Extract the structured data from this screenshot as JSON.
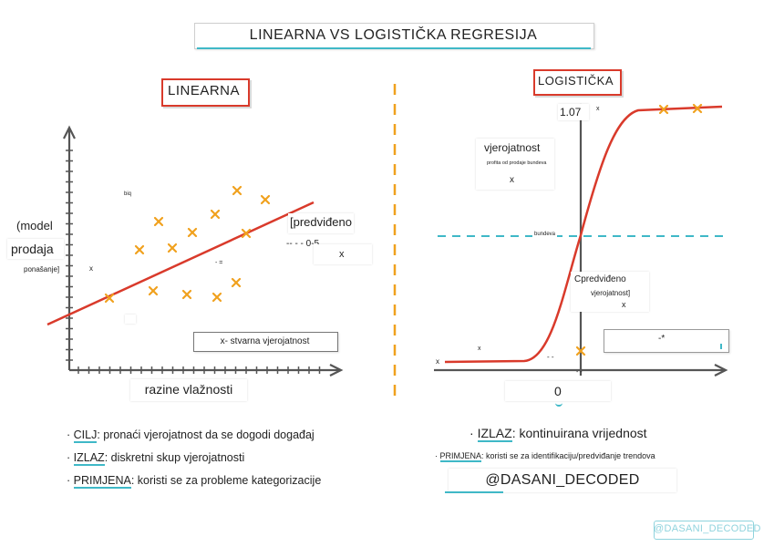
{
  "title": "LINEARNA VS LOGISTIČKA REGRESIJA",
  "linear": {
    "heading": "LINEARNA",
    "tiny_label": "biq",
    "ylabel_1": "(model",
    "ylabel_2": "prodaja",
    "ylabel_3": "ponašanje]",
    "x_mark": "x",
    "pred_label": "[predviđeno",
    "pred_range": "-- - - 0-5",
    "pred_x": "x",
    "minor_mark": "- =",
    "legend": "x- stvarna vjerojatnost",
    "xlabel": "razine vlažnosti"
  },
  "logistic": {
    "heading": "LOGISTIČKA",
    "y_top": "1.07",
    "y_top_x": "x",
    "prob_label": "vjerojatnost",
    "prob_sub": "profita od prodaje bundeva",
    "prob_x": "x",
    "threshold_label": "bundeva",
    "pred_label_1": "Cpredviđeno",
    "pred_label_2": "vjerojatnost]",
    "pred_x": "x",
    "axis_x_left": "x",
    "axis_x_mid": "x",
    "axis_dashes": "- -",
    "legend_mark": "-*",
    "zero": "0",
    "origin_mark": "- -"
  },
  "bullets_left": [
    {
      "key": "CILJ",
      "rest": ": pronaći vjerojatnost da se dogodi događaj"
    },
    {
      "key": "IZLAZ",
      "rest": ": diskretni skup vjerojatnosti"
    },
    {
      "key": "PRIMJENA",
      "rest": ": koristi se za probleme kategorizacije"
    }
  ],
  "bullets_right": [
    {
      "key": "IZLAZ",
      "rest": ": kontinuirana vrijednost"
    },
    {
      "key": "PRIMJENA",
      "rest": ": koristi se za identifikaciju/predviđanje trendova"
    }
  ],
  "handle": "@DASANI_DECODED",
  "watermark": "@DASANI_DECODED",
  "colors": {
    "red": "#d93a2b",
    "orange": "#f0a11e",
    "teal": "#3fb8c7"
  }
}
